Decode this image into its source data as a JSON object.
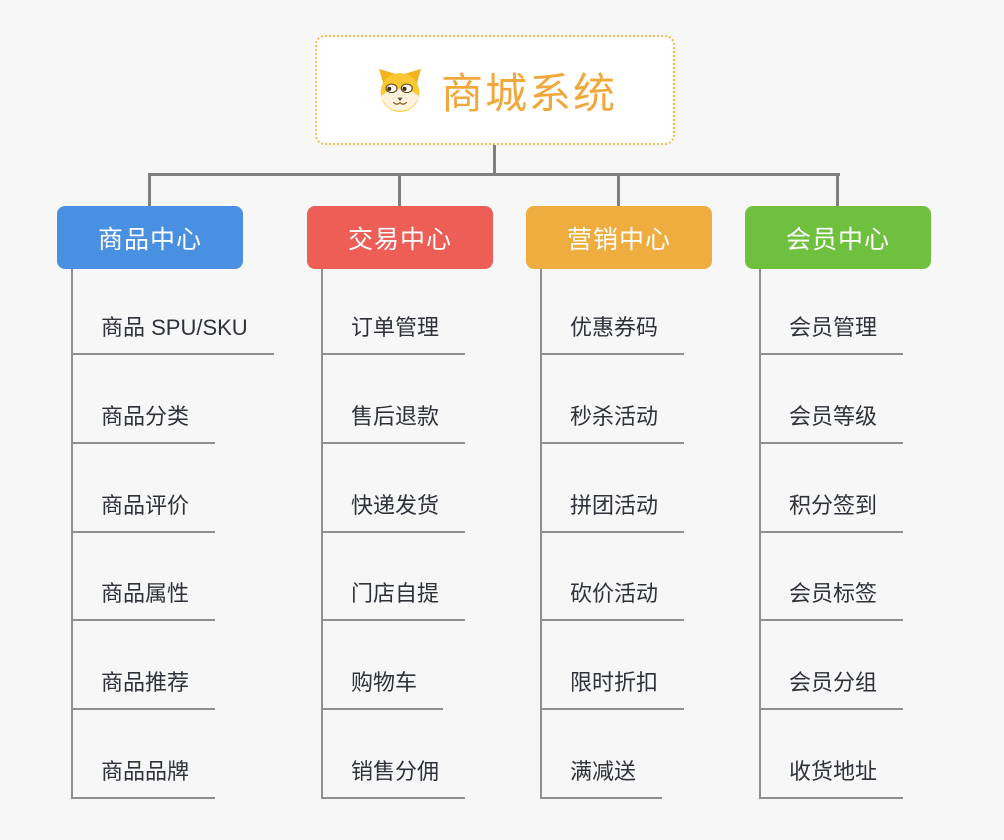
{
  "page": {
    "background_color": "#f7f7f7",
    "connector_color": "#7f7f7f"
  },
  "root": {
    "title": "商城系统",
    "icon": "dog-face-icon",
    "text_color": "#f1a73b",
    "border_color": "#f6bb4e"
  },
  "branches": [
    {
      "label": "商品中心",
      "color": "#4a90e2",
      "children": [
        "商品 SPU/SKU",
        "商品分类",
        "商品评价",
        "商品属性",
        "商品推荐",
        "商品品牌"
      ]
    },
    {
      "label": "交易中心",
      "color": "#ed5e56",
      "children": [
        "订单管理",
        "售后退款",
        "快递发货",
        "门店自提",
        "购物车",
        "销售分佣"
      ]
    },
    {
      "label": "营销中心",
      "color": "#efad3f",
      "children": [
        "优惠券码",
        "秒杀活动",
        "拼团活动",
        "砍价活动",
        "限时折扣",
        "满减送"
      ]
    },
    {
      "label": "会员中心",
      "color": "#70c040",
      "children": [
        "会员管理",
        "会员等级",
        "积分签到",
        "会员标签",
        "会员分组",
        "收货地址"
      ]
    }
  ]
}
